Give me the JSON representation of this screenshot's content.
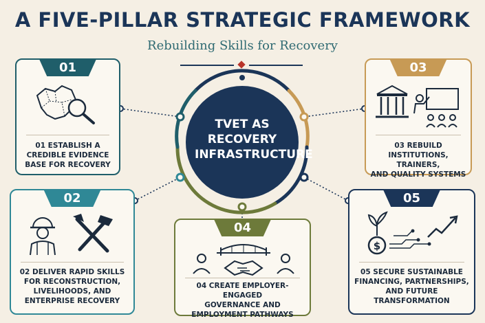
{
  "header": {
    "title": "A FIVE-PILLAR STRATEGIC FRAMEWORK",
    "subtitle": "Rebuilding Skills for Recovery"
  },
  "center": {
    "line1": "TVET AS",
    "line2": "RECOVERY",
    "line3": "INFRASTRUCTURE"
  },
  "pillars": [
    {
      "number": "01",
      "lines": [
        "01  ESTABLISH A",
        "CREDIBLE EVIDENCE",
        "BASE FOR RECOVERY"
      ],
      "color": "#1f5e6a",
      "icon": "map-magnifier-icon"
    },
    {
      "number": "02",
      "lines": [
        "02  DELIVER RAPID SKILLS",
        "FOR RECONSTRUCTION,",
        "LIVELIHOODS, AND",
        "ENTERPRISE RECOVERY"
      ],
      "color": "#2f8896",
      "icon": "worker-tools-icon"
    },
    {
      "number": "03",
      "lines": [
        "03  REBUILD",
        "INSTITUTIONS, TRAINERS,",
        "AND QUALITY SYSTEMS"
      ],
      "color": "#c79a55",
      "icon": "institution-trainer-icon"
    },
    {
      "number": "04",
      "lines": [
        "04  CREATE EMPLOYER-ENGAGED",
        "GOVERNANCE AND",
        "EMPLOYMENT PATHWAYS"
      ],
      "color": "#6d7a3a",
      "icon": "handshake-bridge-icon"
    },
    {
      "number": "05",
      "lines": [
        "05  SECURE SUSTAINABLE",
        "FINANCING, PARTNERSHIPS,",
        "AND FUTURE TRANSFORMATION"
      ],
      "color": "#1b3558",
      "icon": "growth-finance-icon"
    }
  ],
  "colors": {
    "navy": "#1b3558",
    "teal": "#1f5e6a",
    "gold": "#c79a55",
    "olive": "#6d7a3a",
    "accent": "#b8342a"
  }
}
